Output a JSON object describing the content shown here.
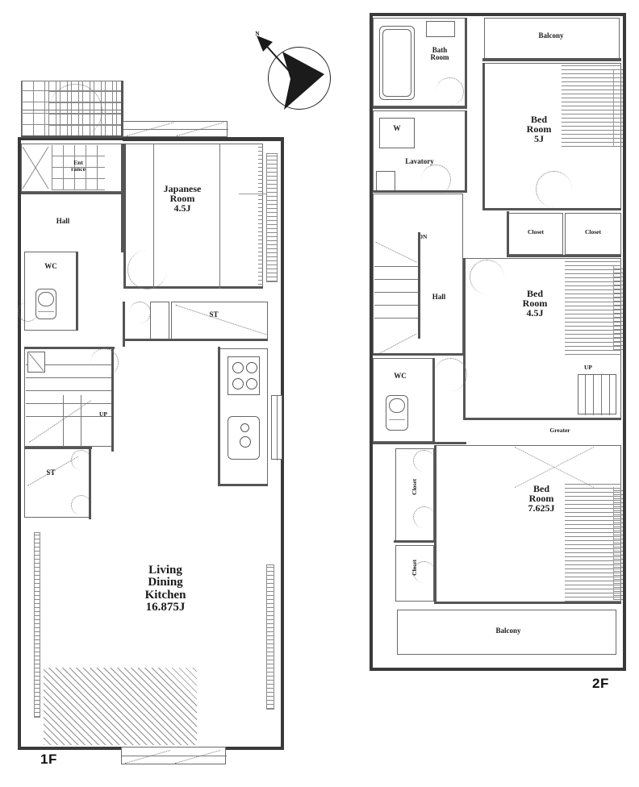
{
  "document": {
    "type": "residential-floor-plan",
    "title": "Two-story house floor plan",
    "floors": [
      "1F",
      "2F"
    ]
  },
  "compass": {
    "name": "north-arrow",
    "label": "N"
  },
  "floor1": {
    "tag": "1F",
    "rooms": [
      {
        "key": "entrance",
        "label": "Ent\nrance",
        "size": ""
      },
      {
        "key": "hall",
        "label": "Hall",
        "size": ""
      },
      {
        "key": "wc",
        "label": "WC",
        "size": ""
      },
      {
        "key": "japanese",
        "label": "Japanese\nRoom\n4.5J",
        "size": "4.5J"
      },
      {
        "key": "storage1",
        "label": "ST",
        "size": ""
      },
      {
        "key": "storage2",
        "label": "ST",
        "size": ""
      },
      {
        "key": "ldk",
        "label": "Living\nDining\nKitchen\n16.875J",
        "size": "16.875J"
      }
    ],
    "markers": [
      {
        "key": "up-stairs",
        "label": "UP"
      }
    ]
  },
  "floor2": {
    "tag": "2F",
    "rooms": [
      {
        "key": "bath",
        "label": "Bath\nRoom",
        "size": ""
      },
      {
        "key": "washer",
        "label": "W",
        "size": ""
      },
      {
        "key": "lavatory",
        "label": "Lavatory",
        "size": ""
      },
      {
        "key": "balcony-north",
        "label": "Balcony",
        "size": ""
      },
      {
        "key": "balcony-south",
        "label": "Balcony",
        "size": ""
      },
      {
        "key": "bedroom-5j",
        "label": "Bed\nRoom\n5J",
        "size": "5J"
      },
      {
        "key": "bedroom-4-5j",
        "label": "Bed\nRoom\n4.5J",
        "size": "4.5J"
      },
      {
        "key": "bedroom-7-625j",
        "label": "Bed\nRoom\n7.625J",
        "size": "7.625J"
      },
      {
        "key": "hall",
        "label": "Hall",
        "size": ""
      },
      {
        "key": "wc",
        "label": "WC",
        "size": ""
      },
      {
        "key": "closet-a",
        "label": "Closet",
        "size": ""
      },
      {
        "key": "closet-b",
        "label": "Closet",
        "size": ""
      },
      {
        "key": "closet-c",
        "label": "Closet",
        "size": ""
      },
      {
        "key": "closet-d",
        "label": "Closet",
        "size": ""
      },
      {
        "key": "greater",
        "label": "Greater",
        "size": ""
      }
    ],
    "markers": [
      {
        "key": "down-stairs",
        "label": "DN"
      },
      {
        "key": "up-attic",
        "label": "UP"
      }
    ]
  },
  "colors": {
    "wall": "#3a3a3a",
    "thin_wall": "#777777",
    "text": "#1a1a1a",
    "paper": "#ffffff",
    "hatch": "#8a8a8a"
  }
}
